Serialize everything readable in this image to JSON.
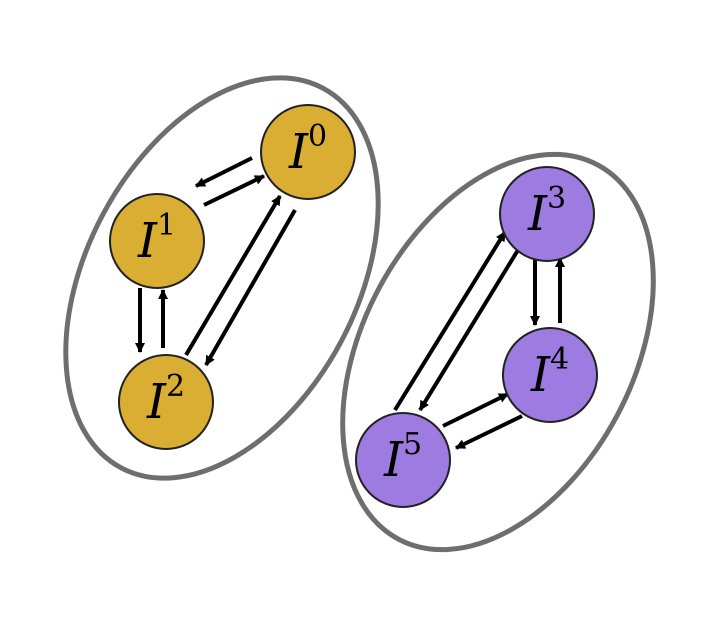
{
  "colors": {
    "group_a_fill": "#D9AE33",
    "group_b_fill": "#9D7BE0",
    "outline": "#6E6E6E",
    "arrow": "#000000"
  },
  "nodes": {
    "I0": {
      "base": "I",
      "sup": "0"
    },
    "I1": {
      "base": "I",
      "sup": "1"
    },
    "I2": {
      "base": "I",
      "sup": "2"
    },
    "I3": {
      "base": "I",
      "sup": "3"
    },
    "I4": {
      "base": "I",
      "sup": "4"
    },
    "I5": {
      "base": "I",
      "sup": "5"
    }
  },
  "groups": [
    {
      "id": "group-a",
      "members": [
        "I0",
        "I1",
        "I2"
      ]
    },
    {
      "id": "group-b",
      "members": [
        "I3",
        "I4",
        "I5"
      ]
    }
  ],
  "edges": [
    {
      "from": "I0",
      "to": "I1"
    },
    {
      "from": "I1",
      "to": "I0"
    },
    {
      "from": "I1",
      "to": "I2"
    },
    {
      "from": "I2",
      "to": "I1"
    },
    {
      "from": "I0",
      "to": "I2"
    },
    {
      "from": "I2",
      "to": "I0"
    },
    {
      "from": "I3",
      "to": "I4"
    },
    {
      "from": "I4",
      "to": "I3"
    },
    {
      "from": "I3",
      "to": "I5"
    },
    {
      "from": "I5",
      "to": "I3"
    },
    {
      "from": "I4",
      "to": "I5"
    },
    {
      "from": "I5",
      "to": "I4"
    }
  ]
}
